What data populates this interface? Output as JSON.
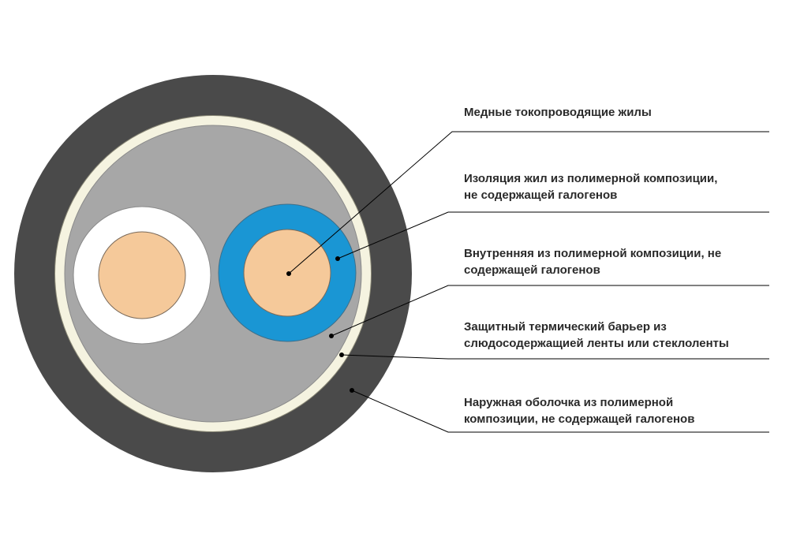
{
  "colors": {
    "outer_sheath": "#4a4a4a",
    "thermal_barrier": "#f5f3e0",
    "inner_filler": "#a7a7a7",
    "core_insulation_white": "#ffffff",
    "core_insulation_blue": "#1a96d4",
    "copper_conductor": "#f5c99a",
    "leader_line": "#000000"
  },
  "labels": {
    "conductors": {
      "lines": [
        "Медные токопроводящие жилы"
      ]
    },
    "core_insulation": {
      "lines": [
        "Изоляция жил из полимерной композиции,",
        "не содержащей галогенов"
      ]
    },
    "inner_filler": {
      "lines": [
        "Внутренняя из полимерной композиции, не",
        "содержащей галогенов"
      ]
    },
    "thermal_barrier": {
      "lines": [
        "Защитный термический барьер из",
        "слюдосодержащией ленты или стеклоленты"
      ]
    },
    "outer_sheath": {
      "lines": [
        "Наружная оболочка из полимерной",
        "композиции, не содержащей галогенов"
      ]
    }
  }
}
